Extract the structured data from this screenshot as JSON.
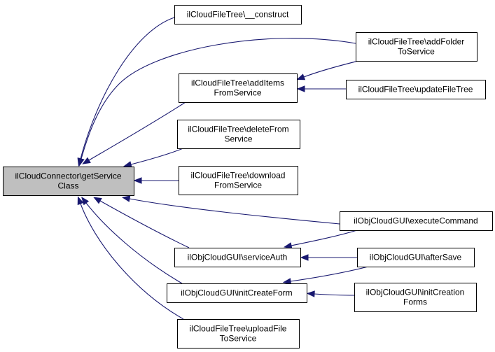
{
  "graph": {
    "root": "root",
    "colors": {
      "edge": "#191970",
      "root_fill": "#bfbfbf",
      "node_fill": "#ffffff",
      "node_border": "#000000"
    },
    "nodes": [
      {
        "id": "root",
        "lines": [
          "ilCloudConnector\\getService",
          "Class"
        ]
      },
      {
        "id": "construct",
        "lines": [
          "ilCloudFileTree\\__construct"
        ]
      },
      {
        "id": "addFolder",
        "lines": [
          "ilCloudFileTree\\addFolder",
          "ToService"
        ]
      },
      {
        "id": "addItems",
        "lines": [
          "ilCloudFileTree\\addItems",
          "FromService"
        ]
      },
      {
        "id": "updateFileTree",
        "lines": [
          "ilCloudFileTree\\updateFileTree"
        ]
      },
      {
        "id": "deleteFrom",
        "lines": [
          "ilCloudFileTree\\deleteFrom",
          "Service"
        ]
      },
      {
        "id": "download",
        "lines": [
          "ilCloudFileTree\\download",
          "FromService"
        ]
      },
      {
        "id": "executeCommand",
        "lines": [
          "ilObjCloudGUI\\executeCommand"
        ]
      },
      {
        "id": "serviceAuth",
        "lines": [
          "ilObjCloudGUI\\serviceAuth"
        ]
      },
      {
        "id": "afterSave",
        "lines": [
          "ilObjCloudGUI\\afterSave"
        ]
      },
      {
        "id": "initCreateForm",
        "lines": [
          "ilObjCloudGUI\\initCreateForm"
        ]
      },
      {
        "id": "initCreationForms",
        "lines": [
          "ilObjCloudGUI\\initCreation",
          "Forms"
        ]
      },
      {
        "id": "uploadFile",
        "lines": [
          "ilCloudFileTree\\uploadFile",
          "ToService"
        ]
      }
    ],
    "edges": [
      {
        "from": "construct",
        "to": "root"
      },
      {
        "from": "addFolder",
        "to": "root"
      },
      {
        "from": "addItems",
        "to": "root"
      },
      {
        "from": "deleteFrom",
        "to": "root"
      },
      {
        "from": "download",
        "to": "root"
      },
      {
        "from": "executeCommand",
        "to": "root"
      },
      {
        "from": "serviceAuth",
        "to": "root"
      },
      {
        "from": "initCreateForm",
        "to": "root"
      },
      {
        "from": "uploadFile",
        "to": "root"
      },
      {
        "from": "addFolder",
        "to": "addItems"
      },
      {
        "from": "updateFileTree",
        "to": "addItems"
      },
      {
        "from": "executeCommand",
        "to": "serviceAuth"
      },
      {
        "from": "afterSave",
        "to": "serviceAuth"
      },
      {
        "from": "afterSave",
        "to": "initCreateForm"
      },
      {
        "from": "initCreationForms",
        "to": "initCreateForm"
      }
    ]
  }
}
